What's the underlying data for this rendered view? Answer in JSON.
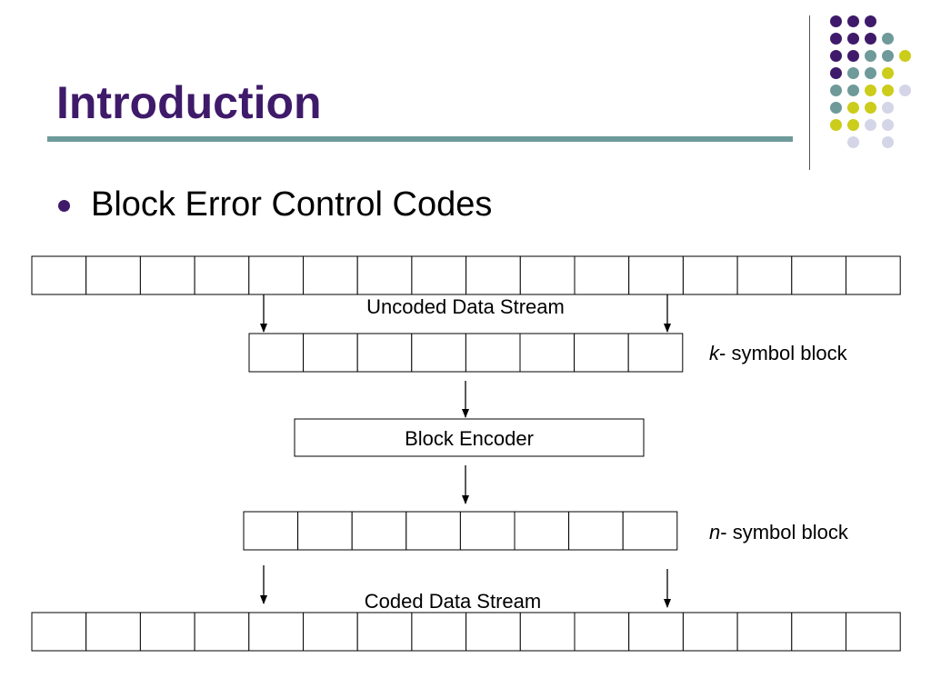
{
  "title": "Introduction",
  "bullet": "Block Error Control Codes",
  "diagram": {
    "uncoded_label": "Uncoded Data Stream",
    "k_var": "k",
    "k_suffix": "- symbol block",
    "encoder_label": "Block Encoder",
    "n_var": "n",
    "n_suffix": "- symbol block",
    "coded_label": "Coded Data Stream",
    "uncoded_cells": 16,
    "k_cells": 8,
    "n_cells": 8,
    "coded_cells": 16
  },
  "colors": {
    "title": "#3f1a6a",
    "rule": "#6e9a99",
    "purple": "#3f1a6a",
    "teal": "#6e9a99",
    "yellow": "#cccc1a",
    "lavender": "#d5d5e8"
  },
  "decoration_grid": [
    [
      "purple",
      "purple",
      "purple",
      ""
    ],
    [
      "purple",
      "purple",
      "purple",
      "teal"
    ],
    [
      "purple",
      "purple",
      "teal",
      "teal",
      "yellow"
    ],
    [
      "purple",
      "teal",
      "teal",
      "yellow"
    ],
    [
      "teal",
      "teal",
      "yellow",
      "yellow",
      "lavender"
    ],
    [
      "teal",
      "yellow",
      "yellow",
      "lavender"
    ],
    [
      "yellow",
      "yellow",
      "lavender",
      "lavender"
    ],
    [
      "",
      "lavender",
      "",
      "lavender"
    ]
  ]
}
